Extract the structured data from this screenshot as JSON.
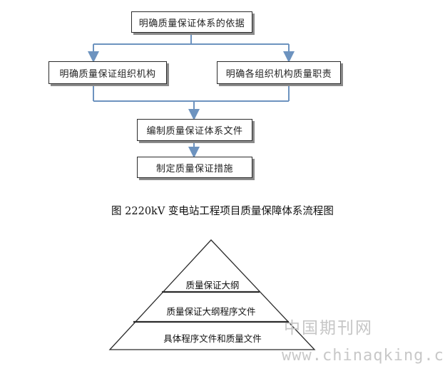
{
  "flowchart": {
    "top_box": "明确质量保证体系的依据",
    "left_box": "明确质量保证组织机构",
    "right_box": "明确各组织机构质量职责",
    "middle_box": "编制质量保证体系文件",
    "bottom_box": "制定质量保证措施"
  },
  "caption": "图 2220kV 变电站工程项目质量保障体系流程图",
  "pyramid": {
    "top": "质量保证大纲",
    "middle": "质量保证大纲程序文件",
    "bottom": "具体程序文件和质量文件"
  },
  "watermark": {
    "cn": "中国期刊网",
    "url": "www.chinaqking.com"
  },
  "colors": {
    "arrow": "#6d93bf",
    "border": "#2b2b2b",
    "shadow": "#8a8a8a",
    "watermark": "#c6c6c6"
  }
}
